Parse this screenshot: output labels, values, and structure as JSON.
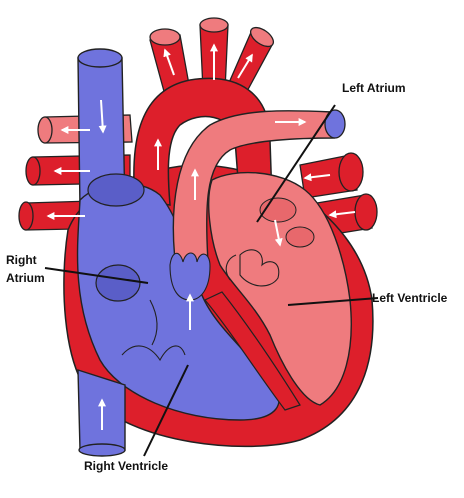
{
  "labels": {
    "left_atrium": "Left Atrium",
    "right_atrium_line1": "Right",
    "right_atrium_line2": "Atrium",
    "left_ventricle": "Left Ventricle",
    "right_ventricle": "Right Ventricle"
  },
  "colors": {
    "oxygenated_red": "#dd1f2b",
    "pink": "#ef7b7e",
    "deoxygenated_blue": "#6f73dd",
    "dark_red": "#a8141d",
    "outline": "#222222",
    "flow_arrow": "#ffffff"
  },
  "icons": [
    "flow-arrow-icon",
    "valve-icon"
  ]
}
